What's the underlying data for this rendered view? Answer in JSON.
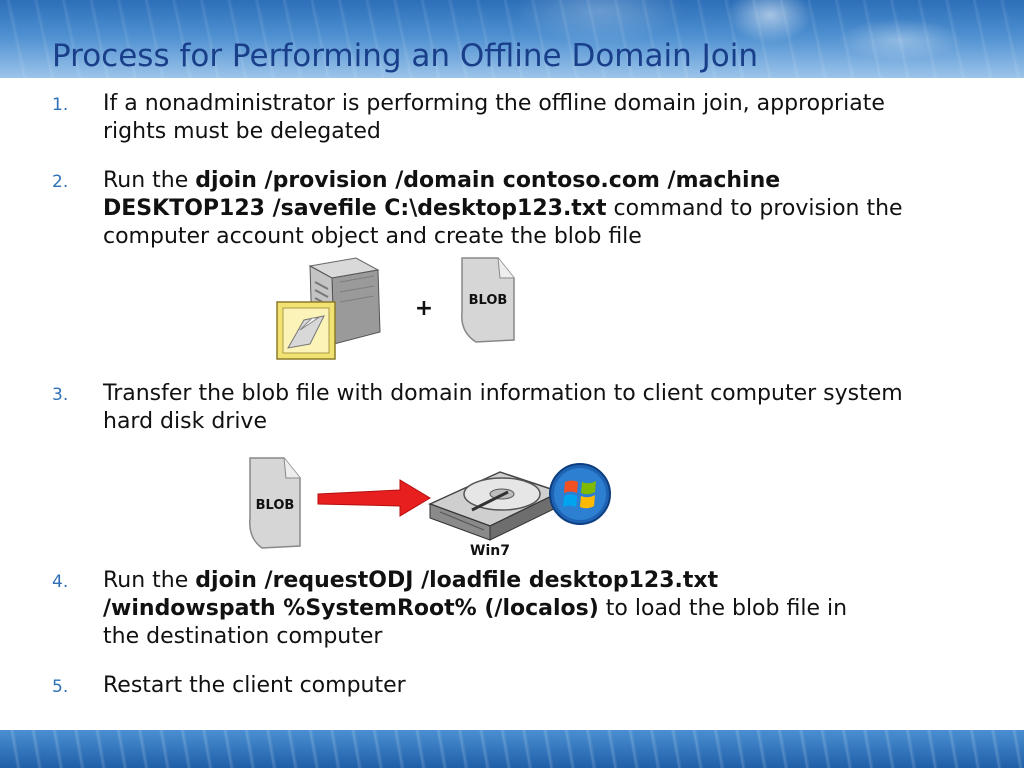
{
  "slide": {
    "title": "Process for Performing an Offline Domain Join"
  },
  "steps": [
    {
      "number": "1.",
      "text": "If a nonadministrator is performing the offline domain join, appropriate rights must be delegated"
    },
    {
      "number": "2.",
      "pre": "Run the ",
      "bold": "djoin /provision /domain contoso.com /machine DESKTOP123 /savefile C:\\desktop123.txt",
      "post": " command to provision the computer account object and create the blob file"
    },
    {
      "number": "3.",
      "text": "Transfer the blob file with domain information to client computer system hard disk drive"
    },
    {
      "number": "4.",
      "pre": "Run the ",
      "bold": "djoin /requestODJ /loadfile desktop123.txt /windowspath %SystemRoot% (/localos)",
      "post": " to load the blob file in the destination computer"
    },
    {
      "number": "5.",
      "text": "Restart the client computer"
    }
  ],
  "figure1": {
    "plus": "+",
    "blob_label": "BLOB",
    "icons": [
      "server-icon",
      "folder-icon",
      "blob-file-icon"
    ]
  },
  "figure2": {
    "blob_label": "BLOB",
    "drive_label": "Win7",
    "icons": [
      "blob-file-icon",
      "red-arrow-icon",
      "hard-disk-icon",
      "windows-logo-icon"
    ]
  },
  "colors": {
    "title": "#1a3f8a",
    "number": "#2f6fb5",
    "arrow": "#e81f1f"
  }
}
